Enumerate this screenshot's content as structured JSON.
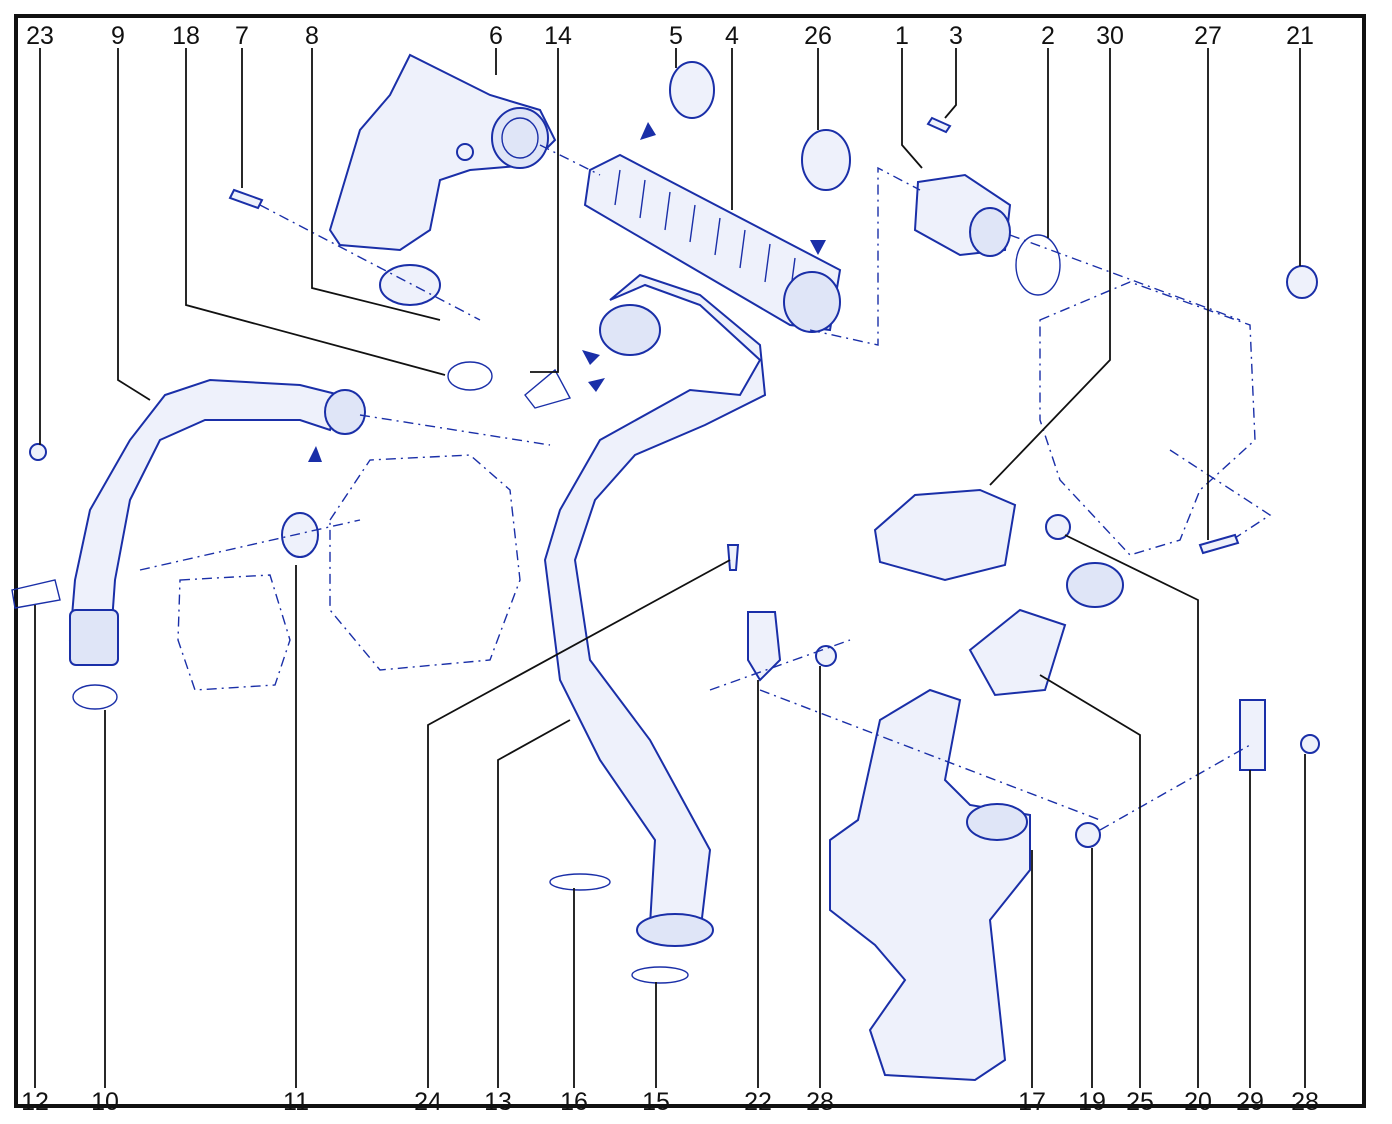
{
  "diagram": {
    "top_labels": [
      "23",
      "9",
      "18",
      "7",
      "8",
      "6",
      "14",
      "5",
      "4",
      "26",
      "1",
      "3",
      "2",
      "30",
      "27",
      "21"
    ],
    "bottom_labels": [
      "12",
      "10",
      "11",
      "24",
      "13",
      "16",
      "15",
      "22",
      "28",
      "17",
      "19",
      "25",
      "20",
      "29",
      "28"
    ]
  },
  "colors": {
    "line": "#1a2fa8",
    "fill": "#eef1fb",
    "frame": "#111111"
  }
}
